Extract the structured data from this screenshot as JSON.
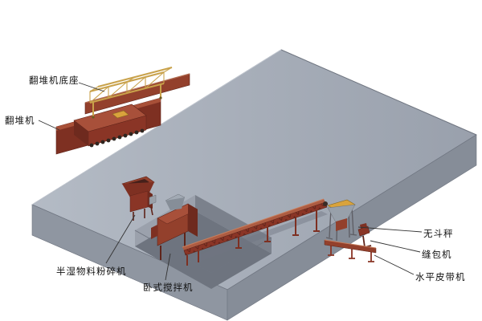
{
  "labels": {
    "turner_base": "翻堆机底座",
    "turner": "翻堆机",
    "crusher": "半湿物料粉碎机",
    "mixer": "卧式搅拌机",
    "scale": "无斗秤",
    "sewing_machine": "缝包机",
    "horizontal_belt": "水平皮带机"
  },
  "colors": {
    "background": "#ffffff",
    "platform_top": "#a8afba",
    "platform_front": "#8f96a1",
    "platform_side": "#868d98",
    "pit_floor": "#6e747f",
    "machine_red": "#8a3526",
    "machine_red_dark": "#6e2a1e",
    "machine_red_light": "#a8503a",
    "truss_yellow": "#c9a24b",
    "accent_yellow": "#d9a33c",
    "hopper_gray": "#98a0aa",
    "label_color": "#111111"
  }
}
